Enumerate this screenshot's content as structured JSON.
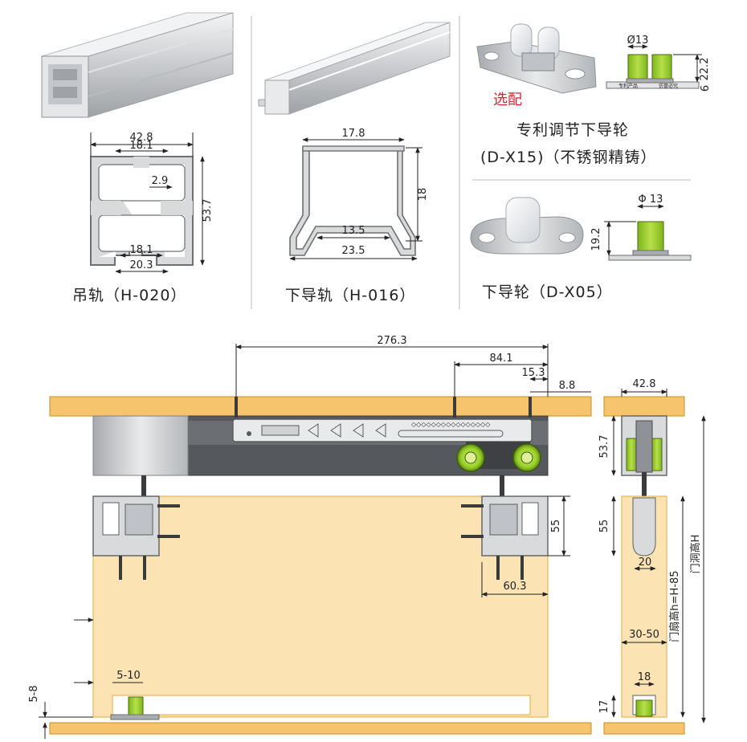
{
  "colors": {
    "rail_profile": "#d9dadc",
    "rail_outline": "#6d6f72",
    "wood": "#fbe3b4",
    "wood_edge": "#e7a93a",
    "wood_board": "#f6c46d",
    "guide_green": "#9ad12b",
    "track_dark": "#55585c",
    "accent_red": "#e0202a"
  },
  "icons": [
    "hanging-rail-render",
    "lower-rail-render",
    "adjustable-guide-render",
    "guide-wheel-render",
    "roller-wheel-icon",
    "screw-icon"
  ],
  "products": {
    "hanging_rail": {
      "caption": "吊轨（H-020）",
      "dims": {
        "width": "42.8",
        "top_gap": "18.1",
        "slot": "2.9",
        "height": "53.7",
        "bottom_gap": "18.1",
        "bottom_width": "20.3"
      }
    },
    "lower_rail": {
      "caption": "下导轨（H-016）",
      "dims": {
        "width": "17.8",
        "height": "18",
        "inner": "13.5",
        "outer": "23.5"
      }
    },
    "adjustable_guide": {
      "optional": "选配",
      "caption_line1": "专利调节下导轮",
      "caption_line2": "(D-X15)（不锈钢精铸）",
      "dims": {
        "diameter": "Ø13",
        "height": "22.2",
        "base": "6"
      },
      "plate_text_left": "专利产品",
      "plate_text_right": "仿冒必究"
    },
    "guide_wheel": {
      "caption": "下导轮（D-X05）",
      "dims": {
        "diameter": "Φ 13",
        "height": "19.2"
      }
    }
  },
  "assembly": {
    "front": {
      "total_length": "276.3",
      "second_screw": "84.1",
      "end_screw": "15.3",
      "end_offset": "8.8",
      "bracket_height": "55",
      "bracket_width": "60.3",
      "edge_gap": "5-10",
      "floor_gap": "5-8"
    },
    "side": {
      "rail_width": "42.8",
      "rail_height": "53.7",
      "bracket_height": "55",
      "slot_width": "20",
      "door_thickness": "30-50",
      "guide_width": "18",
      "guide_height": "17",
      "door_height_label": "门扇高h=H-85",
      "opening_height_label": "门洞高H"
    }
  }
}
